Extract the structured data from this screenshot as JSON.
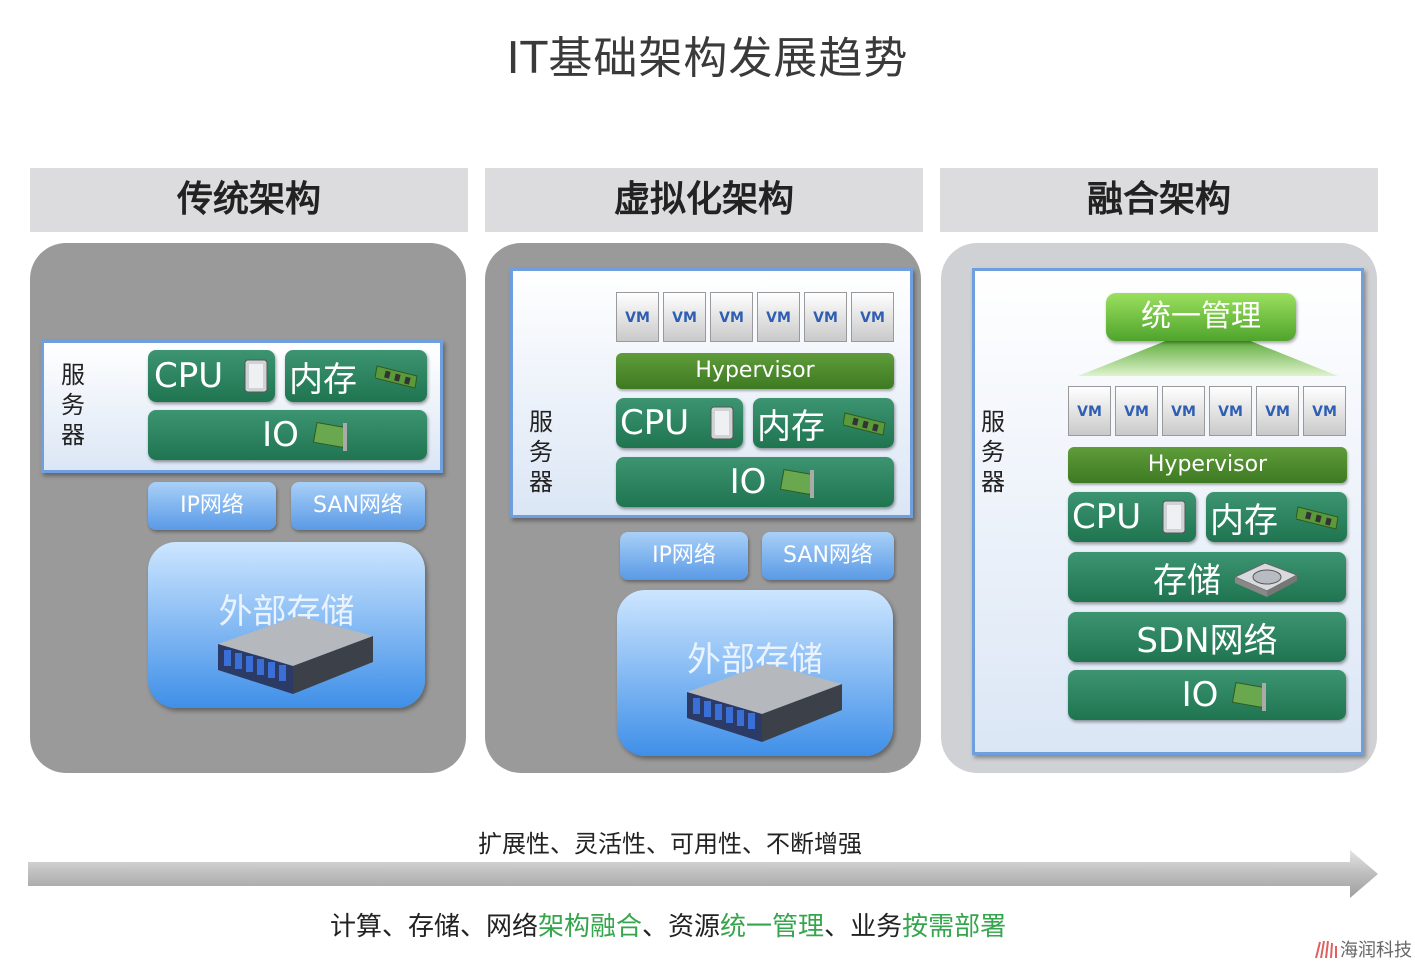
{
  "title": "IT基础架构发展趋势",
  "columns": {
    "traditional": "传统架构",
    "virtual": "虚拟化架构",
    "converged": "融合架构"
  },
  "server_label": [
    "服",
    "务",
    "器"
  ],
  "components": {
    "cpu": "CPU",
    "memory": "内存",
    "io": "IO",
    "storage": "存储",
    "sdn": "SDN网络",
    "hypervisor": "Hypervisor",
    "vm": "VM",
    "ip_network": "IP网络",
    "san_network": "SAN网络",
    "external_storage": "外部存储",
    "unified_mgmt": "统一管理"
  },
  "arrow_caption": "扩展性、灵活性、可用性、不断增强",
  "bottom": {
    "p1": "计算、存储、网络",
    "h1": "架构融合",
    "p2": "、资源",
    "h2": "统一管理",
    "p3": "、业务",
    "h3": "按需部署"
  },
  "logo": "海润科技",
  "colors": {
    "component_green": "#2b8560",
    "hypervisor_olive": "#4f8a2c",
    "network_blue": "#5a9ae6",
    "highlight_green": "#35a64d",
    "header_gray": "#dcdcde"
  }
}
